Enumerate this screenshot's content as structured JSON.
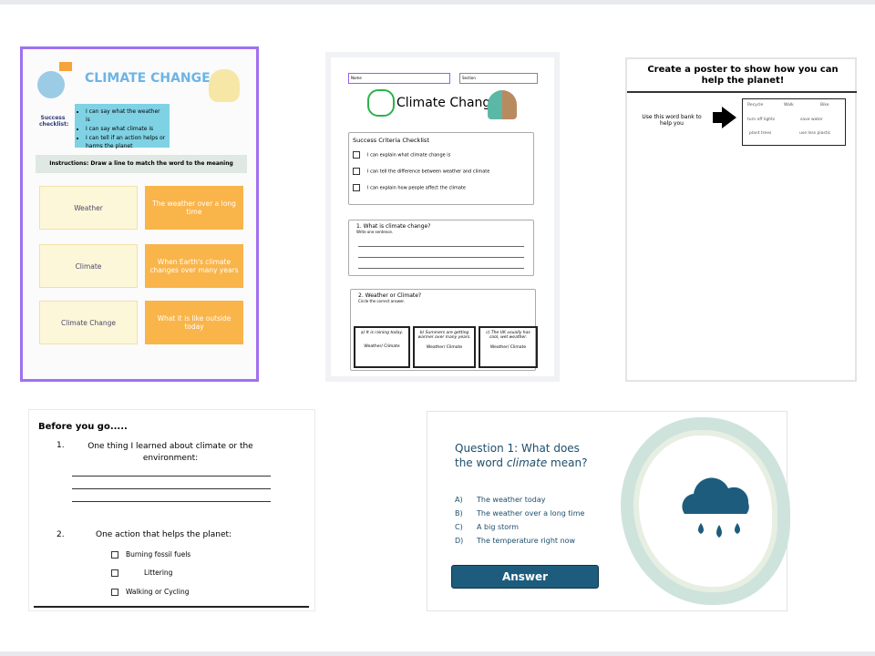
{
  "panel1": {
    "title": "CLIMATE CHANGE",
    "success_label": "Success checklist:",
    "checklist": [
      "I can say what the weather is",
      "I can say what climate is",
      "I can tell if an action helps or harms the planet"
    ],
    "instructions": "Instructions: Draw a line to match the word to the meaning",
    "words": [
      "Weather",
      "Climate",
      "Climate Change"
    ],
    "meanings": [
      "The weather over a long time",
      "When Earth's climate changes over many years",
      "What it is like outside today"
    ],
    "colors": {
      "border": "#a070f0",
      "word": "#fdf7d9",
      "meaning": "#f9b44a"
    }
  },
  "panel2": {
    "name_label": "Name",
    "section_label": "Section",
    "title": "Climate Change",
    "checklist_title": "Success Criteria Checklist",
    "checklist": [
      "I can explain what climate change is",
      "I can tell the difference between weather and climate",
      "I can explain how people affect the climate"
    ],
    "q1_title": "1. What is climate change?",
    "q1_hint": "Write one sentence.",
    "q2_title": "2. Weather or Climate?",
    "q2_hint": "Circle the correct answer.",
    "q2_items": [
      {
        "text": "a) It is raining today.",
        "choice": "Weather/ Climate"
      },
      {
        "text": "b) Summers are getting warmer over many years.",
        "choice": "Weather/ Climate"
      },
      {
        "text": "c) The UK usually has cool, wet weather.",
        "choice": "Weather/ Climate"
      }
    ]
  },
  "panel3": {
    "title": "Create a poster to show how you can help the planet!",
    "hint": "Use this word bank to help you",
    "word_bank": [
      "Recycle",
      "Walk",
      "Bike",
      "turn off lights",
      "save water",
      "plant trees",
      "use less plastic"
    ]
  },
  "panel4": {
    "title": "Before you go.....",
    "q1_num": "1.",
    "q1": "One thing I learned about climate or the environment:",
    "q2_num": "2.",
    "q2": "One action that helps the planet:",
    "options": [
      "Burning fossil fuels",
      "Littering",
      "Walking or Cycling"
    ]
  },
  "panel5": {
    "question_prefix": "Question 1: What does the word ",
    "question_em": "climate",
    "question_suffix": " mean?",
    "options": [
      {
        "letter": "A)",
        "text": "The weather today"
      },
      {
        "letter": "B)",
        "text": "The weather over a long time"
      },
      {
        "letter": "C)",
        "text": "A big storm"
      },
      {
        "letter": "D)",
        "text": "The temperature right now"
      }
    ],
    "answer_label": "Answer",
    "icon": "rain-cloud-icon",
    "colors": {
      "primary": "#1d5c7c"
    }
  }
}
